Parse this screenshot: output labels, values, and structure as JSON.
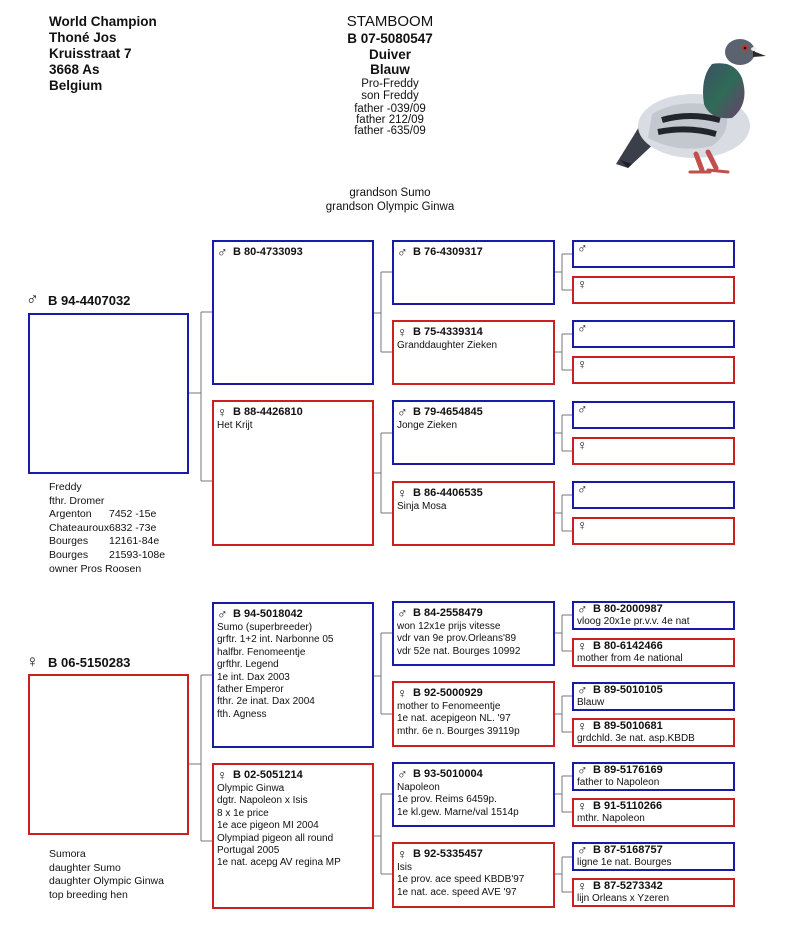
{
  "owner": {
    "lines": [
      "World Champion",
      "Thoné Jos",
      "Kruisstraat 7",
      "3668 As",
      "Belgium"
    ]
  },
  "header": {
    "title": "STAMBOOM",
    "ring": "B 07-5080547",
    "sex": "Duiver",
    "color": "Blauw",
    "info": [
      "Pro-Freddy",
      "son Freddy",
      "father -039/09"
    ],
    "info_tight": [
      "father 212/09",
      "father -635/09"
    ]
  },
  "descent": [
    "grandson Sumo",
    "grandson Olympic Ginwa"
  ],
  "symbols": {
    "male": "♂",
    "female": "♀"
  },
  "sire": {
    "ring": "B 94-4407032",
    "name": "Freddy",
    "notes": [
      "fthr. Dromer"
    ],
    "prizes": [
      {
        "place": "Argenton",
        "result": "7452 -15e"
      },
      {
        "place": "Chateauroux",
        "result": "6832 -73e"
      },
      {
        "place": "Bourges",
        "result": "12161-84e"
      },
      {
        "place": "Bourges",
        "result": "21593-108e"
      }
    ],
    "owner_note": "owner Pros Roosen"
  },
  "dam": {
    "ring": "B 06-5150283",
    "notes": [
      "Sumora",
      "daughter Sumo",
      "daughter Olympic Ginwa",
      "top breeding hen"
    ]
  },
  "gen2": [
    {
      "ring": "B 80-4733093",
      "lines": []
    },
    {
      "ring": "B 88-4426810",
      "lines": [
        "Het Krijt"
      ]
    },
    {
      "ring": "B 94-5018042",
      "lines": [
        "Sumo (superbreeder)",
        "grftr. 1+2 int. Narbonne 05",
        "halfbr. Fenomeentje",
        "grfthr. Legend",
        "1e int. Dax 2003",
        "father Emperor",
        "fthr. 2e inat. Dax 2004",
        "fth. Agness"
      ]
    },
    {
      "ring": "B 02-5051214",
      "lines": [
        "Olympic Ginwa",
        "dgtr. Napoleon x Isis",
        "8 x 1e price",
        "1e ace pigeon MI 2004",
        "Olympiad pigeon all round",
        "Portugal 2005",
        "1e nat. acepg AV regina MP"
      ]
    }
  ],
  "gen3": [
    {
      "ring": "B 76-4309317",
      "lines": []
    },
    {
      "ring": "B 75-4339314",
      "lines": [
        "Granddaughter Zieken"
      ]
    },
    {
      "ring": "B 79-4654845",
      "lines": [
        "Jonge Zieken"
      ]
    },
    {
      "ring": "B 86-4406535",
      "lines": [
        "Sinja Mosa"
      ]
    },
    {
      "ring": "B 84-2558479",
      "lines": [
        "won 12x1e prijs vitesse",
        "vdr van 9e prov.Orleans'89",
        "vdr 52e nat. Bourges 10992"
      ]
    },
    {
      "ring": "B 92-5000929",
      "lines": [
        "mother to Fenomeentje",
        "1e nat. acepigeon NL. '97",
        "mthr. 6e n. Bourges 39119p"
      ]
    },
    {
      "ring": "B 93-5010004",
      "lines": [
        "Napoleon",
        "1e prov. Reims 6459p.",
        "1e kl.gew. Marne/val 1514p"
      ]
    },
    {
      "ring": "B 92-5335457",
      "lines": [
        "Isis",
        "1e prov. ace speed KBDB'97",
        "1e nat. ace. speed AVE '97"
      ]
    }
  ],
  "gen4": [
    {
      "ring": "",
      "line": ""
    },
    {
      "ring": "",
      "line": ""
    },
    {
      "ring": "",
      "line": ""
    },
    {
      "ring": "",
      "line": ""
    },
    {
      "ring": "",
      "line": ""
    },
    {
      "ring": "",
      "line": ""
    },
    {
      "ring": "",
      "line": ""
    },
    {
      "ring": "",
      "line": ""
    },
    {
      "ring": "B 80-2000987",
      "line": "vloog 20x1e pr.v.v. 4e nat"
    },
    {
      "ring": "B 80-6142466",
      "line": "mother from 4e national"
    },
    {
      "ring": "B 89-5010105",
      "line": "Blauw"
    },
    {
      "ring": "B 89-5010681",
      "line": "grdchld. 3e nat. asp.KBDB"
    },
    {
      "ring": "B 89-5176169",
      "line": "father to Napoleon"
    },
    {
      "ring": "B 91-5110266",
      "line": "mthr. Napoleon"
    },
    {
      "ring": "B 87-5168757",
      "line": "ligne 1e nat. Bourges"
    },
    {
      "ring": "B 87-5273342",
      "line": "lijn Orleans x Yzeren"
    }
  ]
}
